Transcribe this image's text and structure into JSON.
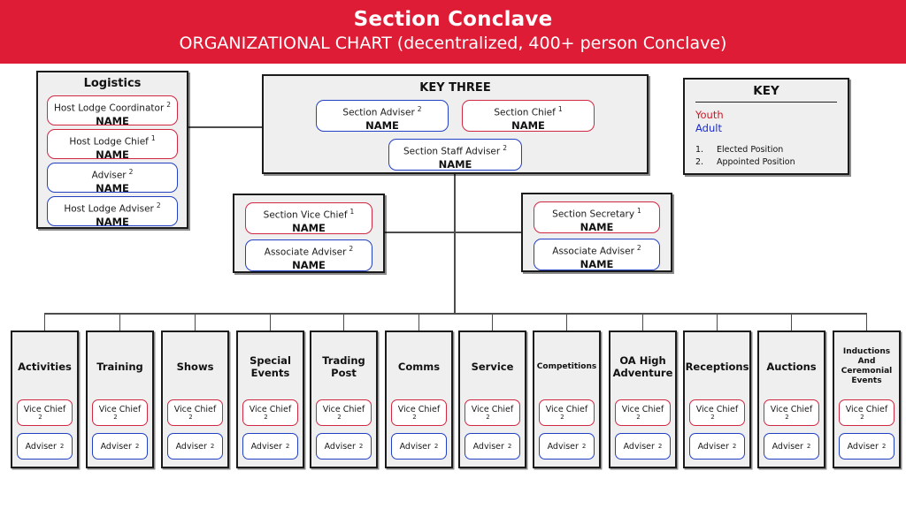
{
  "header": {
    "title": "Section Conclave",
    "subtitle": "ORGANIZATIONAL CHART (decentralized, 400+ person Conclave)"
  },
  "colors": {
    "banner": "#DE1C36",
    "youth_text": "#CE1826",
    "adult_text": "#1A2BD0",
    "youth_border": "#D02742",
    "adult_border": "#2240C4",
    "panel_bg": "#EFEFEF",
    "panel_border": "#1B1B1B",
    "line": "#4C4C4C"
  },
  "logistics": {
    "title": "Logistics",
    "items": [
      {
        "label": "Host Lodge Coordinator",
        "sup": "2",
        "name": "NAME",
        "type": "youth"
      },
      {
        "label": "Host Lodge Chief",
        "sup": "1",
        "name": "NAME",
        "type": "youth"
      },
      {
        "label": "Adviser",
        "sup": "2",
        "name": "NAME",
        "type": "adult"
      },
      {
        "label": "Host Lodge Adviser",
        "sup": "2",
        "name": "NAME",
        "type": "adult"
      }
    ]
  },
  "key_three": {
    "title": "KEY THREE",
    "items": [
      {
        "label": "Section Adviser",
        "sup": "2",
        "name": "NAME",
        "type": "adult"
      },
      {
        "label": "Section Chief",
        "sup": "1",
        "name": "NAME",
        "type": "youth"
      },
      {
        "label": "Section Staff Adviser",
        "sup": "2",
        "name": "NAME",
        "type": "adult"
      }
    ]
  },
  "key": {
    "title": "KEY",
    "youth_label": "Youth",
    "adult_label": "Adult",
    "legend": [
      {
        "num": "1.",
        "text": "Elected Position"
      },
      {
        "num": "2.",
        "text": "Appointed Position"
      }
    ]
  },
  "vice_chief_box": {
    "items": [
      {
        "label": "Section Vice Chief",
        "sup": "1",
        "name": "NAME",
        "type": "youth"
      },
      {
        "label": "Associate Adviser",
        "sup": "2",
        "name": "NAME",
        "type": "adult"
      }
    ]
  },
  "secretary_box": {
    "items": [
      {
        "label": "Section Secretary",
        "sup": "1",
        "name": "NAME",
        "type": "youth"
      },
      {
        "label": "Associate Adviser",
        "sup": "2",
        "name": "NAME",
        "type": "adult"
      }
    ]
  },
  "committees": {
    "pill_labels": {
      "vice_chief": "Vice Chief",
      "vice_chief_sup": "2",
      "adviser": "Adviser",
      "adviser_sup": "2"
    },
    "list": [
      {
        "title": "Activities"
      },
      {
        "title": "Training"
      },
      {
        "title": "Shows"
      },
      {
        "title": "Special Events"
      },
      {
        "title": "Trading Post"
      },
      {
        "title": "Comms"
      },
      {
        "title": "Service"
      },
      {
        "title": "Competitions",
        "small": true
      },
      {
        "title": "OA High Adventure"
      },
      {
        "title": "Receptions"
      },
      {
        "title": "Auctions"
      },
      {
        "title": "Inductions And Ceremonial Events",
        "small": true
      }
    ]
  }
}
